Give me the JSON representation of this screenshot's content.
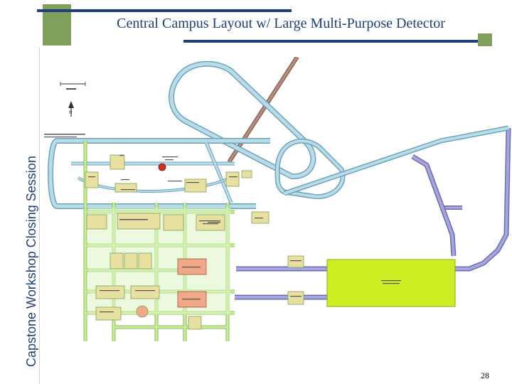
{
  "side_title": "Capstone Workshop Closing Session",
  "title": "Central Campus Layout w/ Large Multi-Purpose Detector",
  "slide_number": "28",
  "colors": {
    "accent_green": "#7fa05a",
    "accent_navy": "#1f3f7a",
    "lattice_blue": "#b8dcea",
    "area_green": "#bce58a",
    "detector_green": "#ccee22",
    "beam_brown": "#c48a6c",
    "beam_purple": "#9b9bd6",
    "building_tan": "#e8e0a0",
    "building_salmon": "#f0a888"
  }
}
